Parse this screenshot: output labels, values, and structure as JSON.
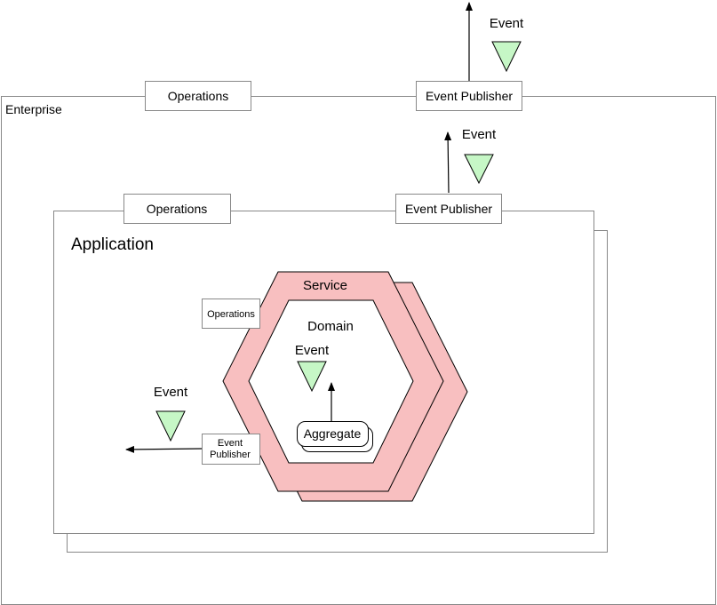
{
  "enterprise": {
    "label": "Enterprise",
    "operations": "Operations",
    "event_publisher": "Event Publisher",
    "event": "Event"
  },
  "application": {
    "label": "Application",
    "operations": "Operations",
    "event_publisher": "Event Publisher",
    "event": "Event",
    "left_event": "Event",
    "left_event_publisher_line1": "Event",
    "left_event_publisher_line2": "Publisher"
  },
  "service": {
    "label": "Service",
    "operations": "Operations"
  },
  "domain": {
    "label": "Domain",
    "event": "Event",
    "aggregate": "Aggregate"
  },
  "colors": {
    "service_fill": "#f8bfc0",
    "event_fill": "#c6f7c6",
    "stroke": "#000000",
    "box_stroke": "#888888"
  }
}
